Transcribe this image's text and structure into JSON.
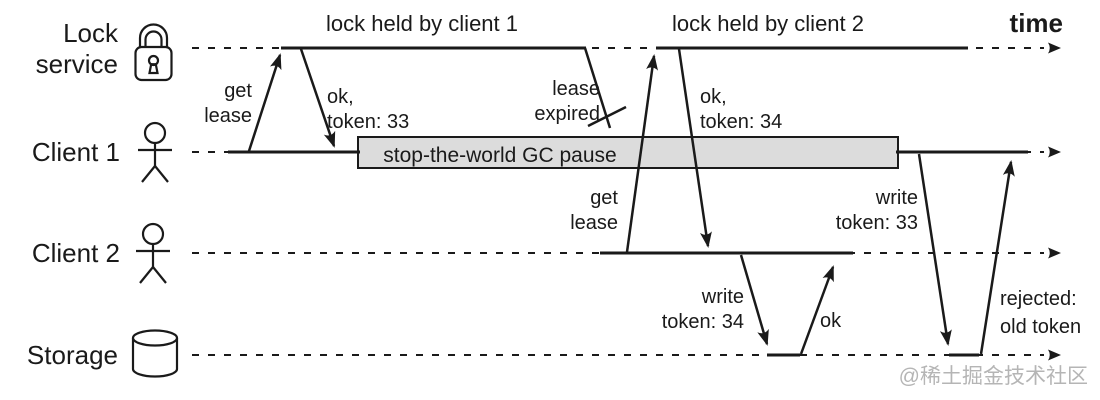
{
  "colors": {
    "ink": "#1a1a1a",
    "gc_box_fill": "#dcdcdc",
    "background": "#ffffff",
    "watermark": "#b5b5b5"
  },
  "lanes": [
    {
      "id": "lock-service",
      "label_line1": "Lock",
      "label_line2": "service",
      "icon": "padlock-icon"
    },
    {
      "id": "client-1",
      "label": "Client 1",
      "icon": "person-icon"
    },
    {
      "id": "client-2",
      "label": "Client 2",
      "icon": "person-icon"
    },
    {
      "id": "storage",
      "label": "Storage",
      "icon": "database-icon"
    }
  ],
  "headers": {
    "lock_held_client1": "lock held by client 1",
    "lock_held_client2": "lock held by client 2",
    "time_label": "time"
  },
  "events": {
    "gc_pause": "stop-the-world GC pause",
    "get_lease_c1": [
      "get",
      "lease"
    ],
    "ok_token_33": [
      "ok,",
      "token: 33"
    ],
    "lease_expired": [
      "lease",
      "expired"
    ],
    "get_lease_c2": [
      "get",
      "lease"
    ],
    "ok_token_34": [
      "ok,",
      "token: 34"
    ],
    "write_token_34": [
      "write",
      "token: 34"
    ],
    "ok_ack": "ok",
    "write_token_33": [
      "write",
      "token: 33"
    ],
    "rejected": [
      "rejected:",
      "old token"
    ]
  },
  "watermark": "@稀土掘金技术社区"
}
